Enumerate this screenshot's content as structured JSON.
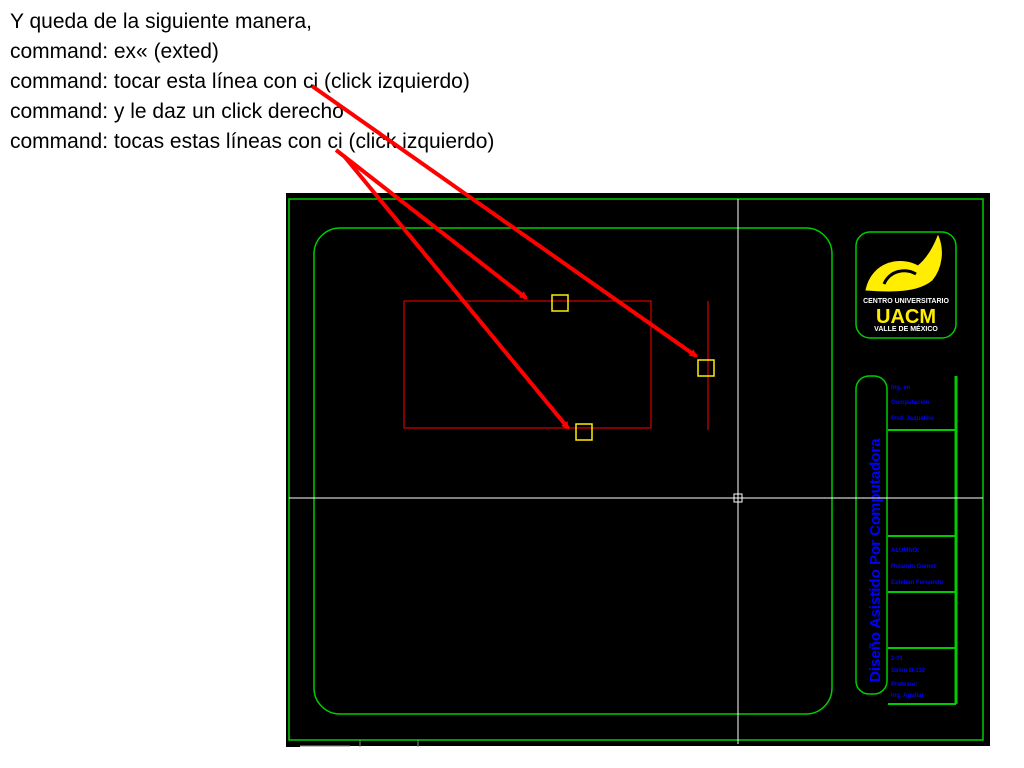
{
  "slide": {
    "lines": [
      "Y queda de la siguiente manera,",
      "command: ex«  (exted)",
      "command: tocar esta línea con ci  (click izquierdo)",
      "command: y le daz un click derecho",
      "command: tocas estas líneas con ci  (click izquierdo)"
    ]
  },
  "drawing": {
    "background": "#000000",
    "border_color": "#00cc00",
    "object_color": "#ff0000",
    "grip_color": "#ffff00",
    "crosshair_color": "#ffffff",
    "annotation_arrow_color": "#ff0000",
    "title_text_color": "#0000ff",
    "logo": {
      "line1": "CENTRO UNIVERSITARIO",
      "line2": "UACM",
      "line3": "VALLE DE MÉXICO",
      "accent_color": "#ffee00"
    },
    "title_block": {
      "vertical_title": "Diseño Asistido Por Computadora",
      "section1": [
        "Ing. en",
        "Computación",
        "Prof. Jaqueline"
      ],
      "section2": [
        "ALUMNO:",
        "Rolando Gómez",
        "Esteban Fernando"
      ],
      "section3": [
        "2-01",
        "Salón B-112",
        "Profesor:",
        "Ing. Aguilar"
      ]
    }
  }
}
